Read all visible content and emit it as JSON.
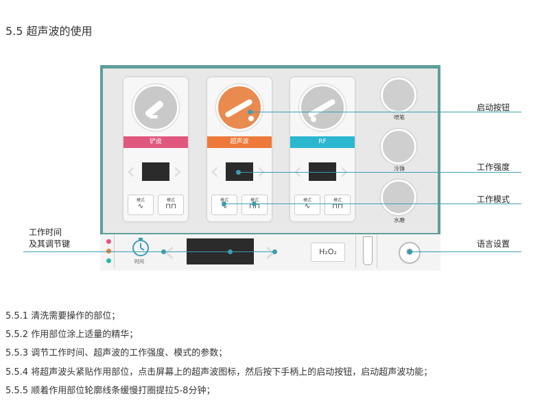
{
  "heading": "5.5 超声波的使用",
  "device": {
    "panels": [
      {
        "label": "铲皮",
        "color": "#e0577e"
      },
      {
        "label": "超声波",
        "color": "#ed7a3a"
      },
      {
        "label": "RF",
        "color": "#2bb7cf"
      }
    ],
    "mode_label": "模式",
    "side_items": [
      "喷笔",
      "冷锤",
      "水磨"
    ],
    "timer_label": "时间",
    "h2o2_label": "H₂O₂",
    "led_colors": [
      "#e0577e",
      "#ed7a3a",
      "#2bb7a6"
    ]
  },
  "callouts": {
    "start_button": "启动按钮",
    "intensity": "工作强度",
    "mode": "工作模式",
    "time_line1": "工作时间",
    "time_line2": "及其调节键",
    "language": "语言设置"
  },
  "steps": [
    "5.5.1 清洗需要操作的部位；",
    "5.5.2 作用部位涂上适量的精华；",
    "5.5.3 调节工作时间、超声波的工作强度、模式的参数；",
    "5.5.4 将超声波头紧贴作用部位，点击屏幕上的超声波图标，然后按下手柄上的启动按钮，启动超声波功能；",
    "5.5.5 顺着作用部位轮廓线条缓慢打圈提拉5-8分钟；"
  ]
}
